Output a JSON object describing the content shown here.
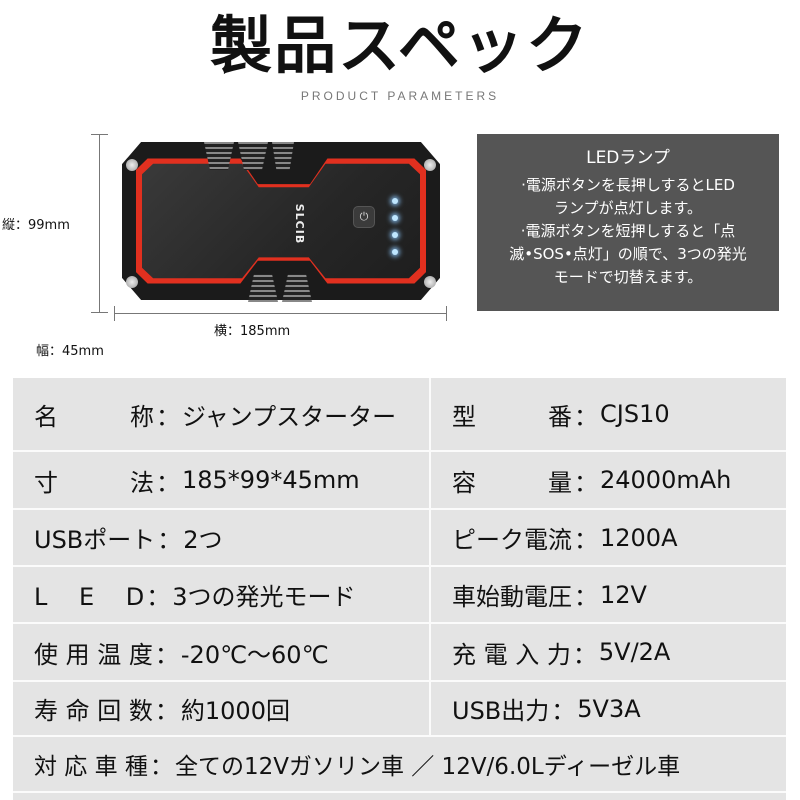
{
  "header": {
    "title": "製品スペック",
    "subtitle": "PRODUCT PARAMETERS"
  },
  "dimensions": {
    "height": "縦：99mm",
    "width": "横：185mm",
    "depth": "幅：45mm"
  },
  "device": {
    "brand": "SLCIB",
    "led_count": 4,
    "accent_color": "#e1301f",
    "power_icon": "power-icon"
  },
  "info_box": {
    "title": "LEDランプ",
    "lines": [
      "·電源ボタンを長押しするとLED",
      "ランプが点灯します。",
      "·電源ボタンを短押しすると「点",
      "滅•SOS•点灯」の順で、3つの発光",
      "モードで切替えます。"
    ]
  },
  "specs": {
    "rows": [
      {
        "left": {
          "label": "名　　　称",
          "value": "ジャンプスターター"
        },
        "right": {
          "label": "型　　　番",
          "value": "CJS10"
        }
      },
      {
        "left": {
          "label": "寸　　　法",
          "value": "185*99*45mm"
        },
        "right": {
          "label": "容　　　量",
          "value": "24000mAh"
        }
      },
      {
        "left": {
          "label": "USBポート",
          "value": "2つ"
        },
        "right": {
          "label": "ピーク電流",
          "value": "1200A"
        }
      },
      {
        "left": {
          "label": "L　 E　 D",
          "value": "3つの発光モード"
        },
        "right": {
          "label": "車始動電圧",
          "value": "12V"
        }
      },
      {
        "left": {
          "label": "使 用 温 度",
          "value": "-20℃～60℃"
        },
        "right": {
          "label": "充 電 入 力",
          "value": "5V/2A"
        }
      },
      {
        "left": {
          "label": "寿 命 回 数",
          "value": "約1000回"
        },
        "right": {
          "label": "USB出力",
          "value": "5V3A"
        }
      }
    ],
    "full_row": {
      "label": "対 応 車 種",
      "value": "全ての12Vガソリン車 ／ 12V/6.0Lディーゼル車"
    },
    "colon": "："
  }
}
